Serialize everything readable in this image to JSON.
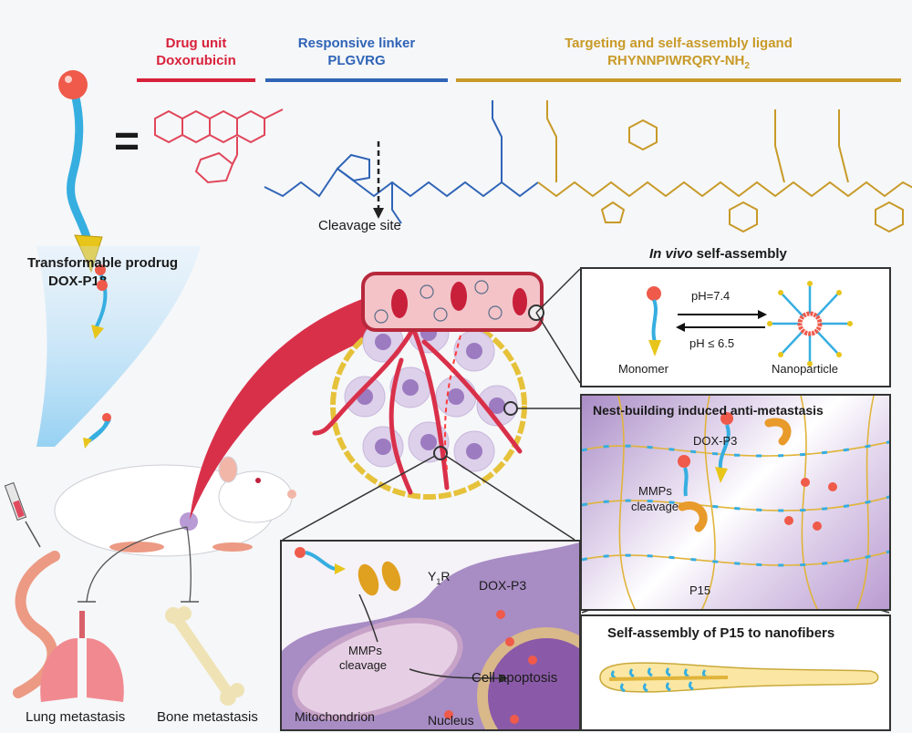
{
  "header": {
    "drug_unit": {
      "line1": "Drug unit",
      "line2": "Doxorubicin",
      "color": "#d8213a"
    },
    "linker": {
      "line1": "Responsive linker",
      "line2": "PLGVRG",
      "color": "#2f64b6"
    },
    "ligand": {
      "line1": "Targeting and self-assembly ligand",
      "line2_main": "RHYNNPIWRQRY-NH",
      "line2_sub": "2",
      "color": "#c89a28"
    }
  },
  "structure": {
    "equals_sign": "=",
    "cleavage_label": "Cleavage site"
  },
  "prodrug": {
    "title": "Transformable prodrug",
    "name": "DOX-P18"
  },
  "in_vivo": {
    "title_italic": "In vivo",
    "title_rest": " self-assembly",
    "arrow_forward": "pH=7.4",
    "arrow_back": "pH ≤ 6.5",
    "left_label": "Monomer",
    "right_label": "Nanoparticle"
  },
  "nest": {
    "title": "Nest-building induced anti-metastasis",
    "dox_label": "DOX-P3",
    "mmp_line1": "MMPs",
    "mmp_line2": "cleavage",
    "p15_label": "P15"
  },
  "nanofiber": {
    "title": "Self-assembly of P15 to nanofibers"
  },
  "cell": {
    "receptor_main": "Y",
    "receptor_sub": "1",
    "receptor_end": "R",
    "dox_label": "DOX-P3",
    "mmp_line1": "MMPs",
    "mmp_line2": "cleavage",
    "apoptosis": "Cell apoptosis",
    "mitochondrion": "Mitochondrion",
    "nucleus": "Nucleus"
  },
  "metastasis": {
    "lung": "Lung metastasis",
    "bone": "Bone metastasis"
  },
  "colors": {
    "drug_red": "#d8213a",
    "linker_blue": "#2f64b6",
    "ligand_gold": "#c89a28",
    "ball": "#ef5a4a",
    "stem": "#36aee0",
    "head": "#e8c51a",
    "vessel": "#d9304a",
    "cell_purple": "#b79ac9"
  }
}
